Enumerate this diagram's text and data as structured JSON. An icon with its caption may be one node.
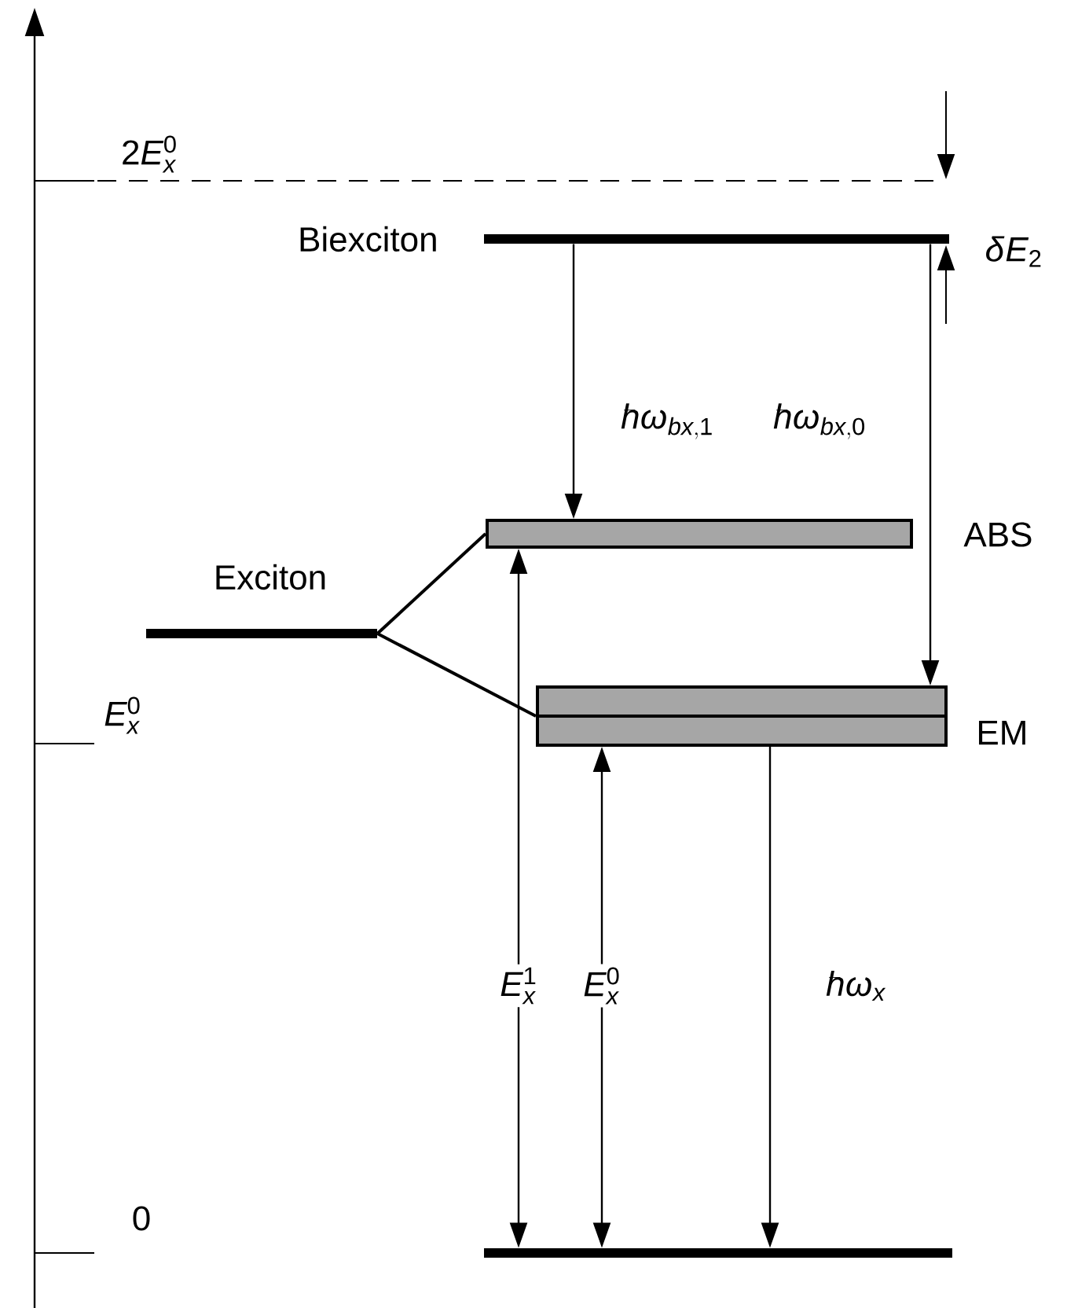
{
  "diagram": {
    "nodes": [
      {
        "text": [
          "Biexciton"
        ]
      },
      {
        "text": [
          "Exciton"
        ]
      },
      {
        "text": [
          "ABS"
        ]
      },
      {
        "text": [
          "EM"
        ]
      },
      {
        "text": [],
        "shape": "bar"
      }
    ],
    "edges": [
      {
        "from": 1,
        "to": 2,
        "arrow": "none"
      },
      {
        "from": 1,
        "to": 3,
        "arrow": "none"
      },
      {
        "from": 0,
        "to": 2,
        "arrow": "to",
        "label": "\\hbar\\omega_{bx,1}"
      },
      {
        "from": 0,
        "to": 3,
        "arrow": "to",
        "label": "\\hbar\\omega_{bx,0}"
      },
      {
        "from": 2,
        "to": 4,
        "arrow": "both",
        "label": "E_x^1"
      },
      {
        "from": 3,
        "to": 4,
        "arrow": "both",
        "label": "E_x^0"
      },
      {
        "from": 3,
        "to": 4,
        "arrow": "to",
        "label": "\\hbar\\omega_x"
      }
    ],
    "labels": [
      "2E_x^0",
      "\\delta E_2",
      "E_x^0",
      "0"
    ]
  }
}
